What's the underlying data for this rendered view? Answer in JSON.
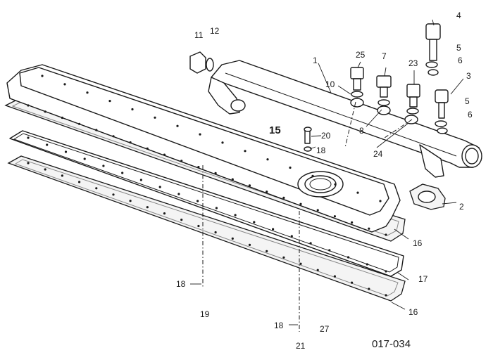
{
  "figure_code": "017-034",
  "callouts": [
    "1",
    "2",
    "3",
    "4",
    "5",
    "5",
    "6",
    "6",
    "7",
    "8",
    "10",
    "11",
    "12",
    "15",
    "16",
    "16",
    "17",
    "18",
    "18",
    "18",
    "19",
    "20",
    "21",
    "23",
    "24",
    "25",
    "27"
  ]
}
